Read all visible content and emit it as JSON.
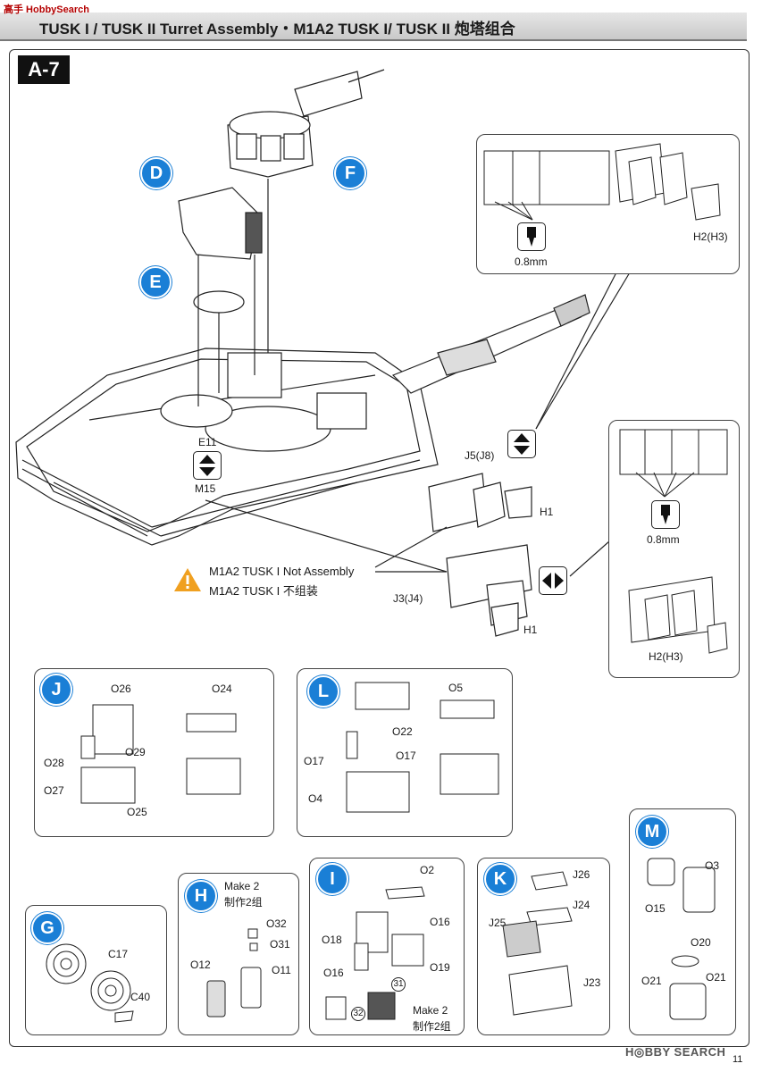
{
  "header": {
    "logo_text": "高手 HobbySearch",
    "title": "TUSK I / TUSK II Turret Assembly・M1A2 TUSK I/ TUSK II 炮塔组合"
  },
  "step": "A-7",
  "main": {
    "badges": {
      "d": "D",
      "e": "E",
      "f": "F"
    },
    "labels": {
      "e11": "E11",
      "m15": "M15",
      "j5": "J5(J8)",
      "h1a": "H1",
      "j3": "J3(J4)",
      "h1b": "H1"
    },
    "warning": {
      "line1": "M1A2 TUSK I Not Assembly",
      "line2": "M1A2 TUSK I 不组装"
    }
  },
  "callout_top": {
    "drill": "0.8mm",
    "part": "H2(H3)"
  },
  "callout_bottom": {
    "drill": "0.8mm",
    "part": "H2(H3)"
  },
  "sub_j": {
    "badge": "J",
    "parts": [
      "O26",
      "O24",
      "O28",
      "O29",
      "O27",
      "O25"
    ]
  },
  "sub_l": {
    "badge": "L",
    "parts": [
      "O5",
      "O22",
      "O17",
      "O17",
      "O4"
    ]
  },
  "sub_m": {
    "badge": "M",
    "parts": [
      "O3",
      "O15",
      "O20",
      "O21",
      "O21"
    ]
  },
  "sub_g": {
    "badge": "G",
    "parts": [
      "C17",
      "C40"
    ]
  },
  "sub_h": {
    "badge": "H",
    "make": "Make 2",
    "make_cn": "制作2组",
    "parts": [
      "O32",
      "O31",
      "O12",
      "O11"
    ]
  },
  "sub_i": {
    "badge": "I",
    "parts": [
      "O2",
      "O18",
      "O16",
      "O16",
      "O19"
    ],
    "num31": "31",
    "num32": "32",
    "make": "Make 2",
    "make_cn": "制作2组"
  },
  "sub_k": {
    "badge": "K",
    "parts": [
      "J26",
      "J24",
      "J25",
      "J23"
    ]
  },
  "footer": {
    "brand": "H◎BBY SEARCH",
    "page": "11"
  },
  "colors": {
    "accent_blue": "#1a7fd6",
    "warning_orange": "#f0a020"
  }
}
